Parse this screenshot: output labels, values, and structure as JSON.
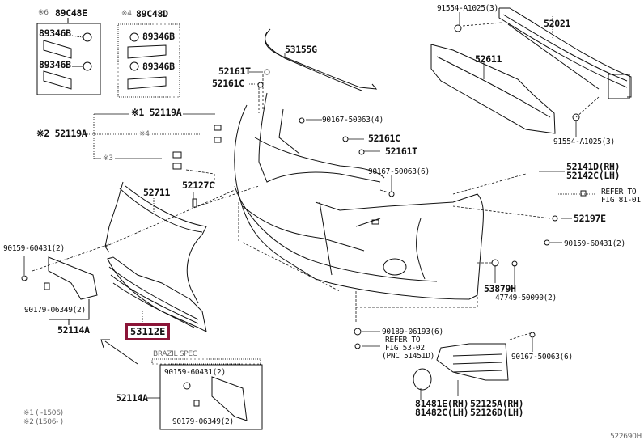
{
  "diagram": {
    "kits": {
      "left": {
        "code": "89C48E",
        "mark": "※6",
        "parts": [
          "89346B",
          "89346B"
        ]
      },
      "right": {
        "code": "89C48D",
        "mark": "※4",
        "parts": [
          "89346B",
          "89346B"
        ]
      }
    },
    "clip_group": {
      "top_label": "※1 52119A",
      "side_label": "※2 52119A",
      "note4": "※4",
      "note3": "※3"
    },
    "labels": {
      "p53155G": "53155G",
      "p52161T_a": "52161T",
      "p52161C_a": "52161C",
      "p91554_top": "91554-A1025(3)",
      "p52021": "52021",
      "p52611": "52611",
      "p91554_bottom": "91554-A1025(3)",
      "p90167_4": "90167-50063(4)",
      "p52161C_b": "52161C",
      "p52161T_b": "52161T",
      "p90167_6a": "90167-50063(6)",
      "p52127C": "52127C",
      "p52711": "52711",
      "p52141D": "52141D(RH)",
      "p52142C": "52142C(LH)",
      "refer1_a": "REFER TO",
      "refer1_b": "FIG 81-01",
      "p52197E": "52197E",
      "p90159_right": "90159-60431(2)",
      "p53879H": "53879H",
      "p47749": "47749-50090(2)",
      "p90159_left": "90159-60431(2)",
      "p90179_left": "90179-06349(2)",
      "p52114A": "52114A",
      "p53112E": "53112E",
      "p90189": "90189-06193(6)",
      "refer2_a": "REFER TO",
      "refer2_b": "FIG 53-02",
      "refer2_c": "(PNC 51451D)",
      "p90167_6b": "90167-50063(6)",
      "p81481E": "81481E(RH)",
      "p81482C": "81482C(LH)",
      "p52125A": "52125A(RH)",
      "p52126D": "52126D(LH)"
    },
    "brazil": {
      "title": "BRAZIL SPEC",
      "p52114A": "52114A",
      "p90159": "90159-60431(2)",
      "p90179": "90179-06349(2)"
    },
    "legend": {
      "line1": "※1 (      -1506)",
      "line2": "※2 (1506-      )"
    },
    "figure_id": "522690H",
    "highlight_color": "#8b1538"
  }
}
